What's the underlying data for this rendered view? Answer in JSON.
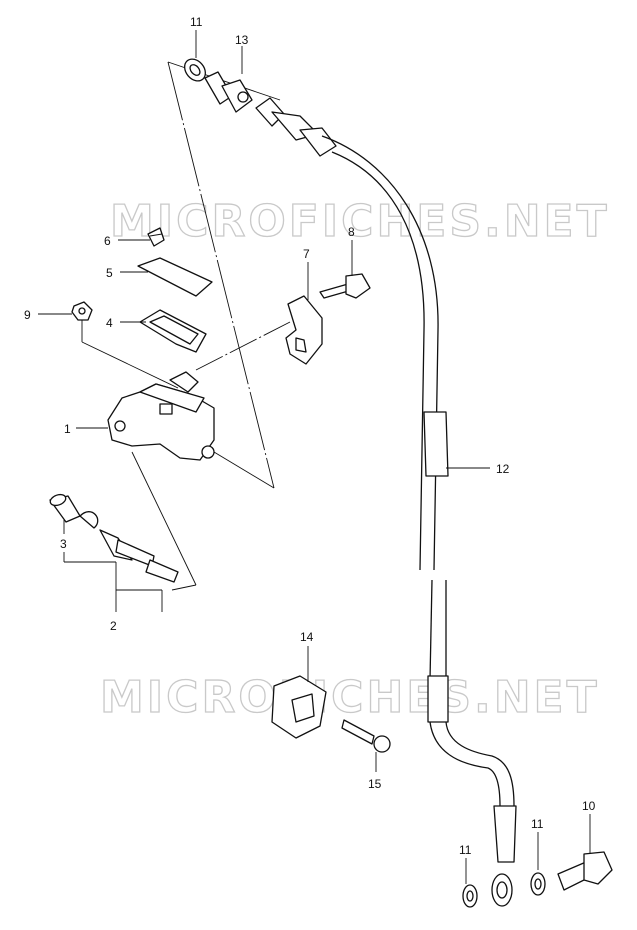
{
  "watermarks": [
    "MICROFICHES.NET",
    "MICROFICHES.NET"
  ],
  "callouts": {
    "c1": "1",
    "c2": "2",
    "c3": "3",
    "c4": "4",
    "c5": "5",
    "c6": "6",
    "c7": "7",
    "c8": "8",
    "c9": "9",
    "c10": "10",
    "c11a": "11",
    "c11b": "11",
    "c11c": "11",
    "c12": "12",
    "c13": "13",
    "c14": "14",
    "c15": "15"
  }
}
